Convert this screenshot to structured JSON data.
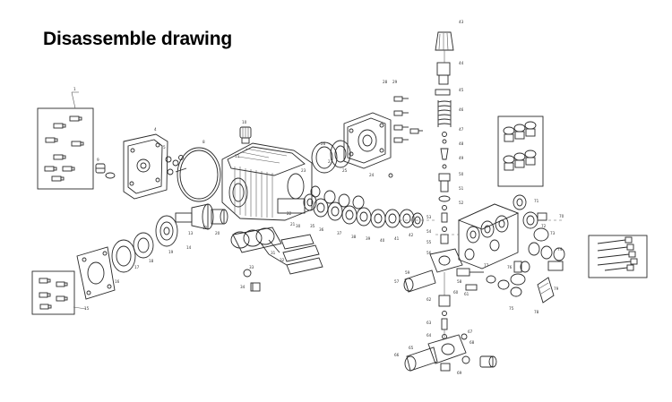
{
  "title": "Disassemble drawing",
  "colors": {
    "line": "#2a2a2a",
    "background": "#ffffff",
    "title": "#000000"
  },
  "part_labels": [
    {
      "id": "p1",
      "text": "1"
    },
    {
      "id": "p4",
      "text": "4"
    },
    {
      "id": "p5",
      "text": "5"
    },
    {
      "id": "p8",
      "text": "8"
    },
    {
      "id": "p9",
      "text": "9"
    },
    {
      "id": "p10",
      "text": "10"
    },
    {
      "id": "p11",
      "text": "11"
    },
    {
      "id": "p12",
      "text": "12"
    },
    {
      "id": "p13",
      "text": "13"
    },
    {
      "id": "p14",
      "text": "14"
    },
    {
      "id": "p15",
      "text": "15"
    },
    {
      "id": "p16",
      "text": "16"
    },
    {
      "id": "p17",
      "text": "17"
    },
    {
      "id": "p18",
      "text": "18"
    },
    {
      "id": "p19",
      "text": "19"
    },
    {
      "id": "p20",
      "text": "20"
    },
    {
      "id": "p21",
      "text": "21"
    },
    {
      "id": "p22",
      "text": "22"
    },
    {
      "id": "p23",
      "text": "23"
    },
    {
      "id": "p24",
      "text": "24"
    },
    {
      "id": "p25",
      "text": "25"
    },
    {
      "id": "p26",
      "text": "26"
    },
    {
      "id": "p27",
      "text": "27"
    },
    {
      "id": "p28",
      "text": "28"
    },
    {
      "id": "p29",
      "text": "29"
    },
    {
      "id": "p30",
      "text": "30"
    },
    {
      "id": "p31",
      "text": "31"
    },
    {
      "id": "p32",
      "text": "32"
    },
    {
      "id": "p33",
      "text": "33"
    },
    {
      "id": "p34",
      "text": "34"
    },
    {
      "id": "p35",
      "text": "35"
    },
    {
      "id": "p36",
      "text": "36"
    },
    {
      "id": "p37",
      "text": "37"
    },
    {
      "id": "p38",
      "text": "38"
    },
    {
      "id": "p39",
      "text": "39"
    },
    {
      "id": "p40",
      "text": "40"
    },
    {
      "id": "p41",
      "text": "41"
    },
    {
      "id": "p42",
      "text": "42"
    },
    {
      "id": "p43",
      "text": "43"
    },
    {
      "id": "p44",
      "text": "44"
    },
    {
      "id": "p45",
      "text": "45"
    },
    {
      "id": "p46",
      "text": "46"
    },
    {
      "id": "p47",
      "text": "47"
    },
    {
      "id": "p48",
      "text": "48"
    },
    {
      "id": "p49",
      "text": "49"
    },
    {
      "id": "p50",
      "text": "50"
    },
    {
      "id": "p51",
      "text": "51"
    },
    {
      "id": "p52",
      "text": "52"
    },
    {
      "id": "p53",
      "text": "53"
    },
    {
      "id": "p54",
      "text": "54"
    },
    {
      "id": "p55",
      "text": "55"
    },
    {
      "id": "p56",
      "text": "56"
    },
    {
      "id": "p57",
      "text": "57"
    },
    {
      "id": "p58",
      "text": "58"
    },
    {
      "id": "p59",
      "text": "59"
    },
    {
      "id": "p60",
      "text": "60"
    },
    {
      "id": "p61",
      "text": "61"
    },
    {
      "id": "p62",
      "text": "62"
    },
    {
      "id": "p63",
      "text": "63"
    },
    {
      "id": "p64",
      "text": "64"
    },
    {
      "id": "p65",
      "text": "65"
    },
    {
      "id": "p66",
      "text": "66"
    },
    {
      "id": "p67",
      "text": "67"
    },
    {
      "id": "p68",
      "text": "68"
    },
    {
      "id": "p69",
      "text": "69"
    },
    {
      "id": "p70",
      "text": "70"
    },
    {
      "id": "p71",
      "text": "71"
    },
    {
      "id": "p72",
      "text": "72"
    },
    {
      "id": "p73",
      "text": "73"
    },
    {
      "id": "p74",
      "text": "74"
    },
    {
      "id": "p75",
      "text": "75"
    },
    {
      "id": "p76",
      "text": "76"
    },
    {
      "id": "p77",
      "text": "77"
    },
    {
      "id": "p78",
      "text": "78"
    },
    {
      "id": "p79",
      "text": "79"
    }
  ]
}
